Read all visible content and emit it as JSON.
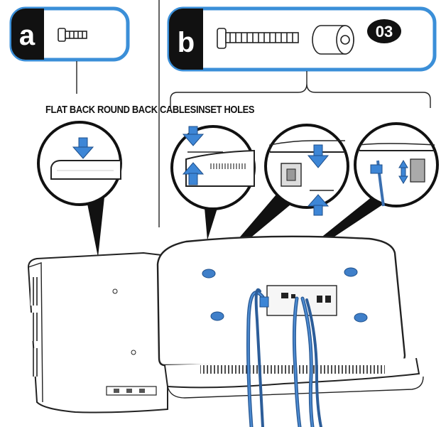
{
  "panels": {
    "a": {
      "letter": "a"
    },
    "b": {
      "letter": "b",
      "part_number": "03"
    }
  },
  "labels": {
    "flat_back": "FLAT BACK",
    "round_back": "ROUND BACK",
    "cables": "CABLES",
    "inset_holes": "INSET HOLES"
  },
  "colors": {
    "frame_blue": "#3b8fd8",
    "arrow_blue": "#3d86d6",
    "badge_black": "#111111",
    "mount_hole": "#3f7fc9",
    "cable": "#3a6fb0"
  }
}
